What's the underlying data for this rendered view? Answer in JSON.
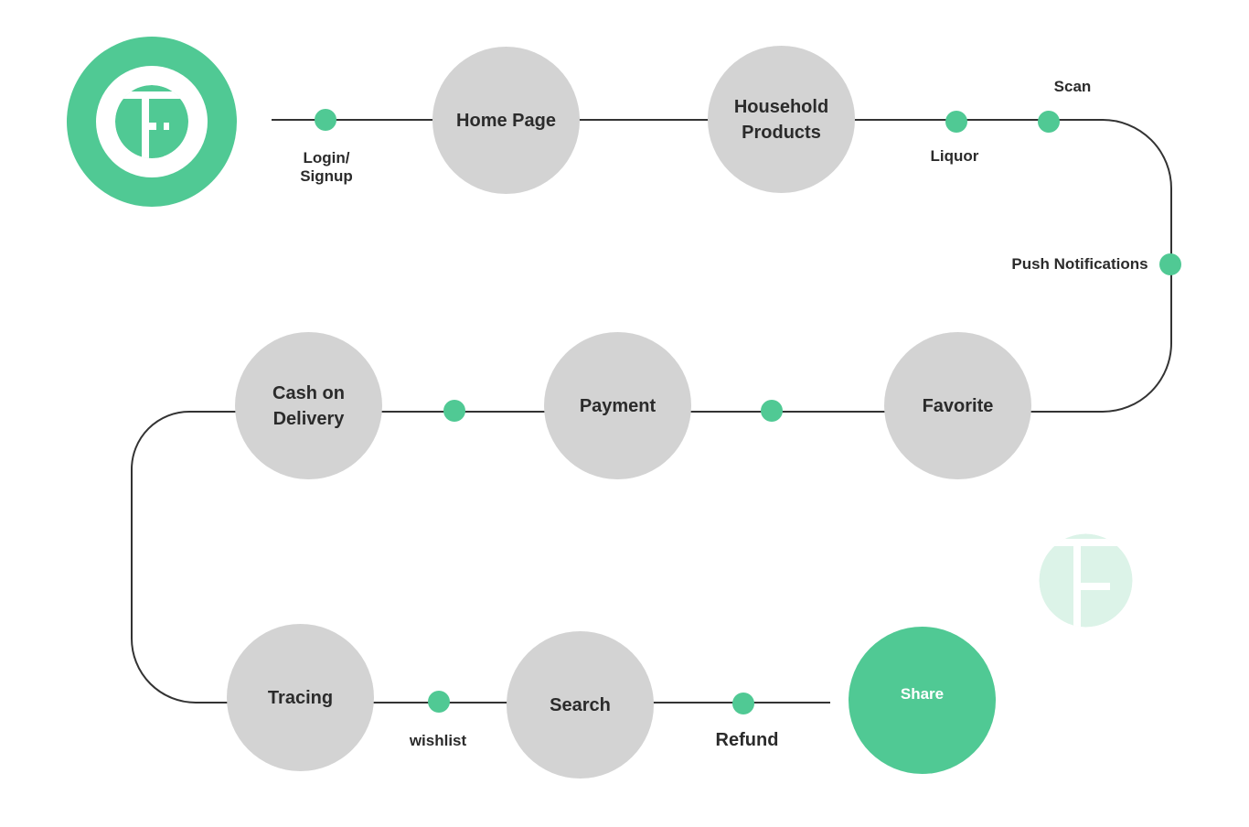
{
  "colors": {
    "accent": "#50c994",
    "node": "#d3d3d3",
    "line": "#333333",
    "text": "#2b2b2b",
    "watermark": "#dcf3e8"
  },
  "nodes": {
    "home_page": "Home Page",
    "household_products": "Household\nProducts",
    "favorite": "Favorite",
    "payment": "Payment",
    "cash_on_delivery": "Cash on\nDelivery",
    "tracing": "Tracing",
    "search": "Search",
    "share": "Share"
  },
  "step_labels": {
    "login_signup": "Login/\nSignup",
    "liquor": "Liquor",
    "scan": "Scan",
    "push_notifications": "Push Notifications",
    "wishlist": "wishlist",
    "refund": "Refund"
  }
}
